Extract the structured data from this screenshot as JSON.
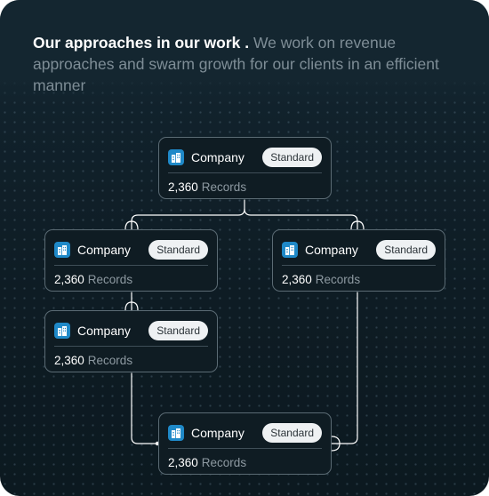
{
  "header": {
    "title": "Our approaches in our work .",
    "description": "We work on revenue approaches and swarm growth for our clients in an efficient manner"
  },
  "colors": {
    "background": "#0e1c24",
    "node_border": "#5b6b74",
    "icon_fill": "#1f89c8",
    "connector": "#ffffff"
  },
  "nodes": [
    {
      "id": "top",
      "name": "Company",
      "badge": "Standard",
      "count": "2,360",
      "unit": "Records",
      "icon": "building-icon"
    },
    {
      "id": "left",
      "name": "Company",
      "badge": "Standard",
      "count": "2,360",
      "unit": "Records",
      "icon": "building-icon"
    },
    {
      "id": "right",
      "name": "Company",
      "badge": "Standard",
      "count": "2,360",
      "unit": "Records",
      "icon": "building-icon"
    },
    {
      "id": "middle",
      "name": "Company",
      "badge": "Standard",
      "count": "2,360",
      "unit": "Records",
      "icon": "building-icon"
    },
    {
      "id": "bottom",
      "name": "Company",
      "badge": "Standard",
      "count": "2,360",
      "unit": "Records",
      "icon": "building-icon"
    }
  ],
  "edges": [
    {
      "from": "top",
      "to": "left",
      "end": "crow-foot"
    },
    {
      "from": "top",
      "to": "right",
      "end": "crow-foot"
    },
    {
      "from": "left",
      "to": "middle",
      "end": "crow-foot"
    },
    {
      "from": "middle",
      "to": "bottom",
      "end": "arrow"
    },
    {
      "from": "right",
      "to": "bottom",
      "end": "crow-foot"
    }
  ]
}
